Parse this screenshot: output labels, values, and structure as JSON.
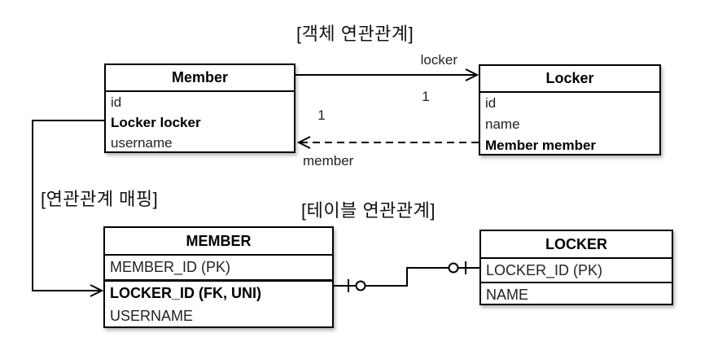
{
  "titles": {
    "object_association": "[객체 연관관계]",
    "association_mapping": "[연관관계 매핑]",
    "table_association": "[테이블 연관관계]"
  },
  "class_diagram": {
    "member": {
      "title": "Member",
      "fields": [
        {
          "text": "id"
        },
        {
          "text": "Locker locker"
        },
        {
          "text": "username"
        }
      ]
    },
    "locker": {
      "title": "Locker",
      "fields": [
        {
          "text": "id"
        },
        {
          "text": "name"
        },
        {
          "text": "Member member"
        }
      ]
    },
    "edges": {
      "locker_label": "locker",
      "locker_multiplicity": "1",
      "member_label": "member",
      "member_multiplicity": "1"
    }
  },
  "table_diagram": {
    "member": {
      "title": "MEMBER",
      "rows": [
        {
          "text": "MEMBER_ID (PK)"
        },
        {
          "text": "LOCKER_ID (FK, UNI)"
        },
        {
          "text": "USERNAME"
        }
      ]
    },
    "locker": {
      "title": "LOCKER",
      "rows": [
        {
          "text": "LOCKER_ID (PK)"
        },
        {
          "text": "NAME"
        }
      ]
    }
  },
  "colors": {
    "line": "#000000",
    "background": "#ffffff",
    "text_regular": "#222222",
    "text_bold": "#000000"
  }
}
